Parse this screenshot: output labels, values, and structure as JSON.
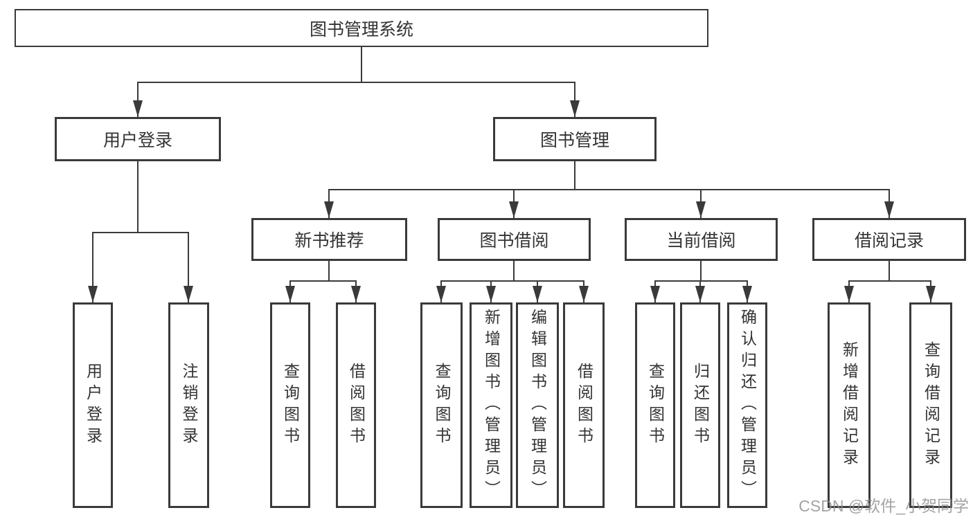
{
  "diagram": {
    "root": {
      "label": "图书管理系统",
      "children": [
        {
          "label": "用户登录",
          "children": [
            {
              "label": "用户登录"
            },
            {
              "label": "注销登录"
            }
          ]
        },
        {
          "label": "图书管理",
          "children": [
            {
              "label": "新书推荐",
              "children": [
                {
                  "label": "查询图书"
                },
                {
                  "label": "借阅图书"
                }
              ]
            },
            {
              "label": "图书借阅",
              "children": [
                {
                  "label": "查询图书"
                },
                {
                  "label": "新增图书（管理员）"
                },
                {
                  "label": "编辑图书（管理员）"
                },
                {
                  "label": "借阅图书"
                }
              ]
            },
            {
              "label": "当前借阅",
              "children": [
                {
                  "label": "查询图书"
                },
                {
                  "label": "归还图书"
                },
                {
                  "label": "确认归还（管理员）"
                }
              ]
            },
            {
              "label": "借阅记录",
              "children": [
                {
                  "label": "新增借阅记录"
                },
                {
                  "label": "查询借阅记录"
                }
              ]
            }
          ]
        }
      ]
    }
  },
  "colors": {
    "line": "#3a3a3a",
    "text": "#333333",
    "background": "#ffffff"
  },
  "watermark": {
    "text": "CSDN @软件_小贺同学"
  }
}
